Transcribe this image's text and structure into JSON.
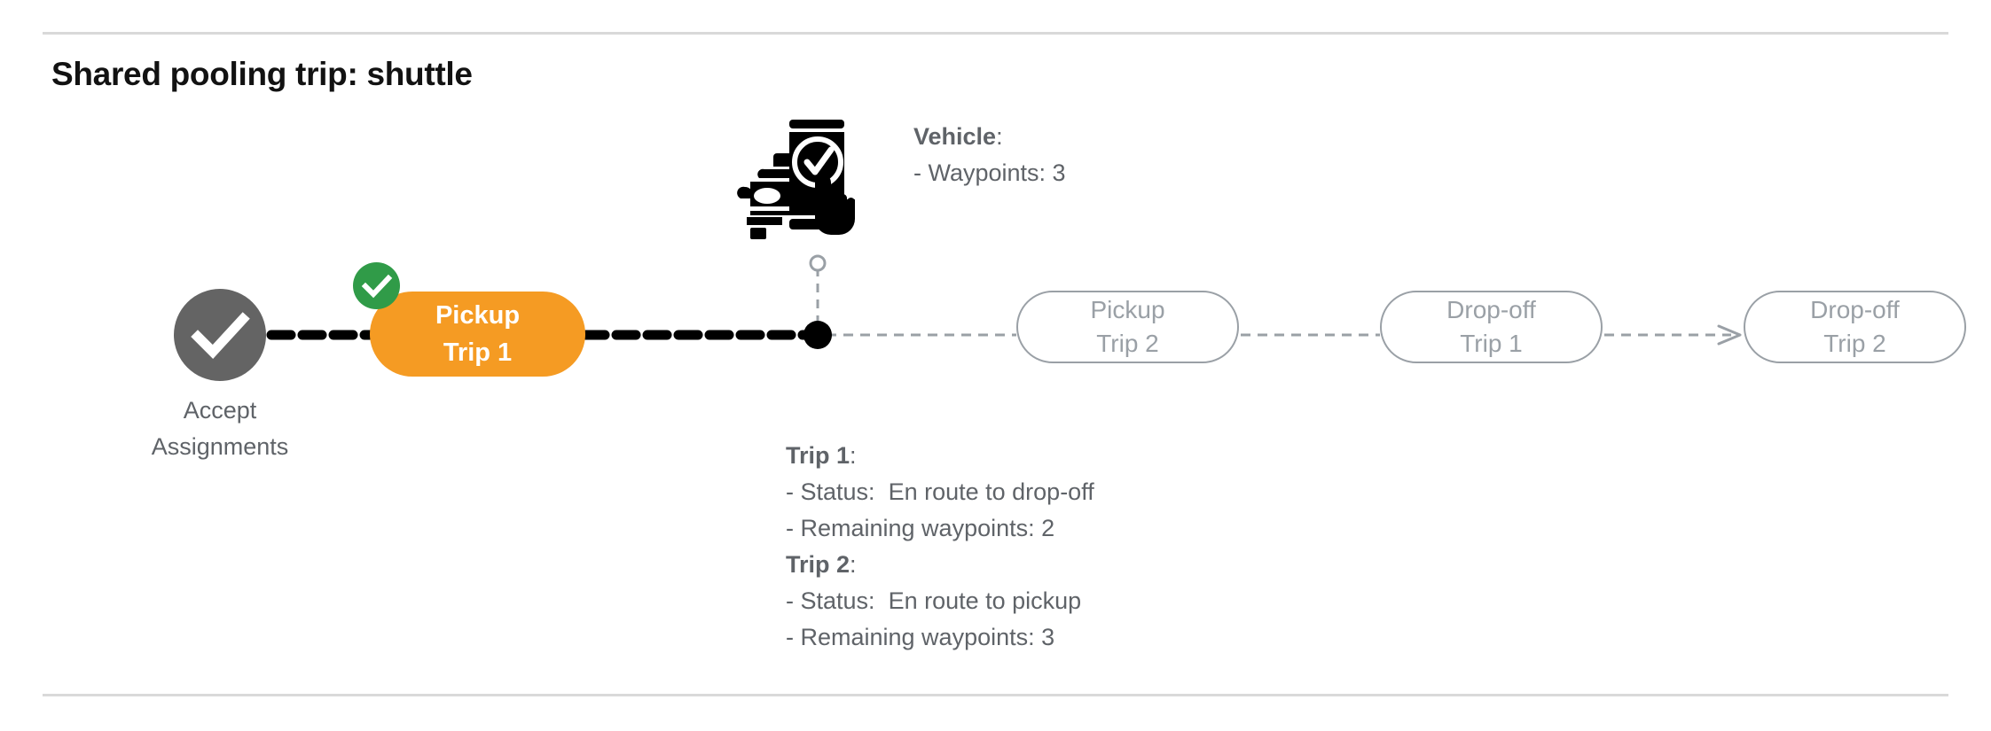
{
  "page": {
    "title": "Shared pooling trip: shuttle",
    "background_color": "#ffffff",
    "divider_color": "#d9d9d9"
  },
  "colors": {
    "active_pill": "#F59B23",
    "completed_node": "#646464",
    "success_badge": "#309B48",
    "upcoming_outline": "#9aa0a6",
    "muted_text": "#5f6368",
    "title_text": "#121212",
    "traveled_path": "#000000",
    "upcoming_path": "#9aa0a6"
  },
  "flow": {
    "start_node": {
      "label_line1": "Accept",
      "label_line2": "Assignments",
      "icon": "check-circle-icon",
      "state": "completed"
    },
    "steps": [
      {
        "id": "pickup-trip-1",
        "line1": "Pickup",
        "line2": "Trip 1",
        "state": "completed",
        "badge": "check-badge-icon"
      },
      {
        "id": "pickup-trip-2",
        "line1": "Pickup",
        "line2": "Trip 2",
        "state": "upcoming"
      },
      {
        "id": "dropoff-trip-1",
        "line1": "Drop-off",
        "line2": "Trip 1",
        "state": "upcoming"
      },
      {
        "id": "dropoff-trip-2",
        "line1": "Drop-off",
        "line2": "Trip 2",
        "state": "upcoming"
      }
    ],
    "vehicle_marker": {
      "icon": "vehicle-app-check-icon",
      "position_dot": "filled-dot",
      "leader_endpoint": "hollow-circle"
    }
  },
  "vehicle_callout": {
    "heading": "Vehicle",
    "heading_suffix": ":",
    "lines": [
      "- Waypoints: 3"
    ]
  },
  "trips_callout": {
    "trip1": {
      "heading": "Trip 1",
      "heading_suffix": ":",
      "status_label": "- Status:",
      "status_value": "En route to drop-off",
      "waypoints_line": "- Remaining waypoints: 2"
    },
    "trip2": {
      "heading": "Trip 2",
      "heading_suffix": ":",
      "status_label": "- Status:",
      "status_value": "En route to pickup",
      "waypoints_line": "- Remaining waypoints: 3"
    }
  }
}
